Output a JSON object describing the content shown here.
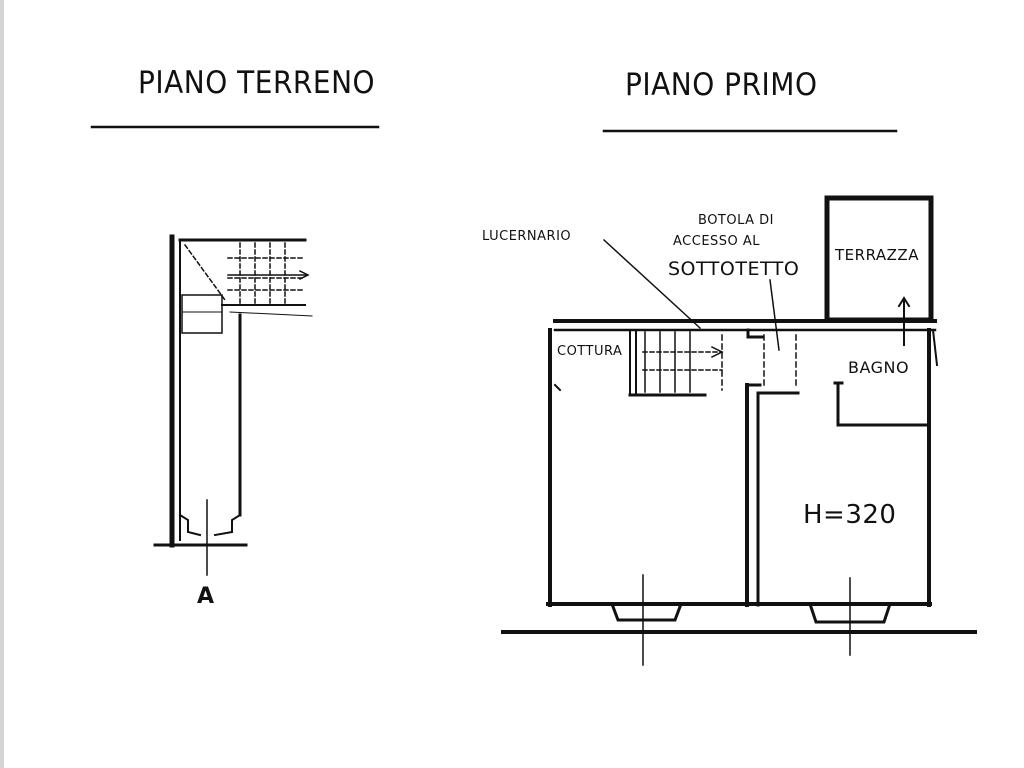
{
  "titles": {
    "ground_floor": "PIANO TERRENO",
    "first_floor": "PIANO PRIMO"
  },
  "labels": {
    "skylight": "LUCERNARIO",
    "hatch_line1": "BOTOLA DI",
    "hatch_line2": "ACCESSO AL",
    "hatch_line3": "SOTTOTETTO",
    "terrace": "TERRAZZA",
    "kitchen": "COTTURA",
    "bathroom": "BAGNO",
    "height": "H=320",
    "entrance_marker": "A"
  }
}
